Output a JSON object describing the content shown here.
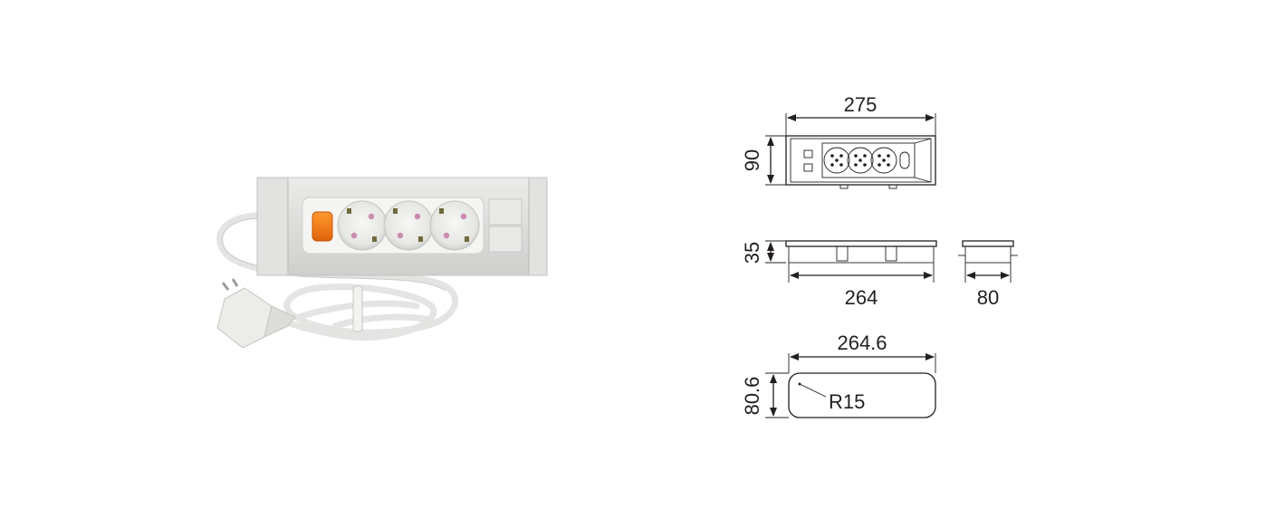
{
  "product_photo": {
    "name": "power-strip-3-socket",
    "switch_color": "#f07a1a",
    "body_color": "#dfe0de",
    "faceplate_color": "#f4f4f2",
    "pin_color": "#c98bb0"
  },
  "drawings": {
    "top_view": {
      "width": "275",
      "height": "90"
    },
    "front_view": {
      "height": "35",
      "width": "264"
    },
    "side_view": {
      "depth": "80"
    },
    "cutout": {
      "width": "264.6",
      "height": "80.6",
      "radius": "R15"
    }
  }
}
